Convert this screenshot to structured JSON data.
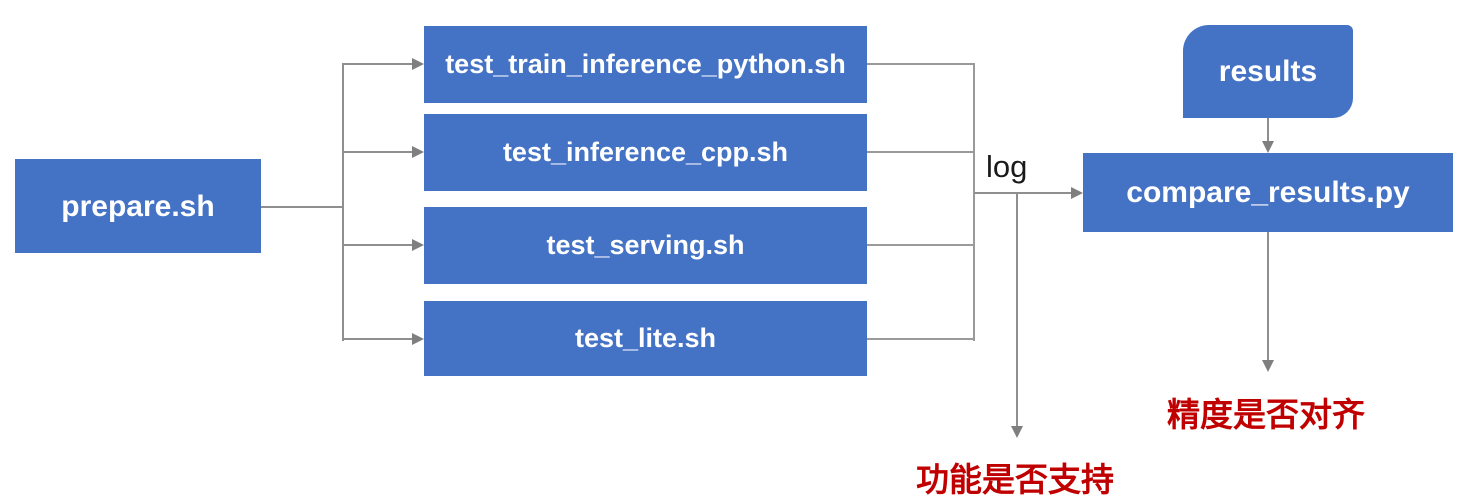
{
  "diagram": {
    "nodes": {
      "prepare": {
        "label": "prepare.sh",
        "shape": "rectangle"
      },
      "tests": [
        {
          "label": "test_train_inference_python.sh",
          "shape": "rectangle"
        },
        {
          "label": "test_inference_cpp.sh",
          "shape": "rectangle"
        },
        {
          "label": "test_serving.sh",
          "shape": "rectangle"
        },
        {
          "label": "test_lite.sh",
          "shape": "rectangle"
        }
      ],
      "results": {
        "label": "results",
        "shape": "rounded-diagonal-corners"
      },
      "compare": {
        "label": "compare_results.py",
        "shape": "rectangle"
      }
    },
    "edge_labels": {
      "log": "log"
    },
    "outcomes": {
      "function_support": "功能是否支持",
      "precision_aligned": "精度是否对齐"
    },
    "colors": {
      "node_fill": "#4472C4",
      "node_text": "#FFFFFF",
      "outcome_text": "#C00000",
      "edge_label_text": "#1A1A1A",
      "connector": "#8F8F8F",
      "arrowhead": "#7F7F7F",
      "background": "#FFFFFF"
    }
  }
}
